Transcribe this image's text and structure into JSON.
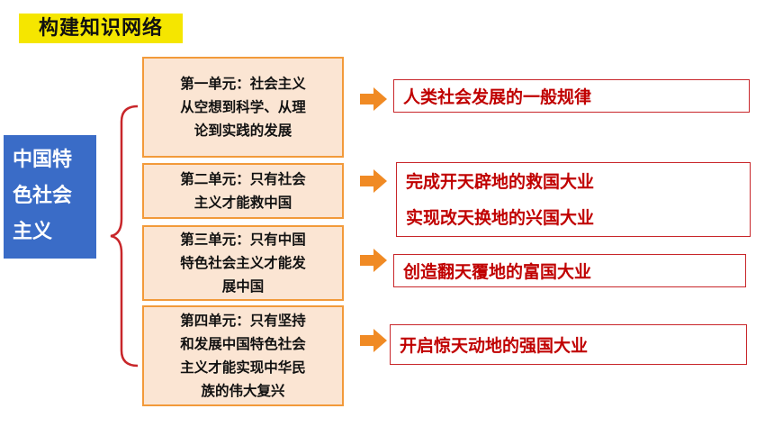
{
  "header": {
    "title": "构建知识网络"
  },
  "center": {
    "lines": [
      "中国特",
      "色社会",
      "主义"
    ]
  },
  "units": [
    {
      "lines": [
        "第一单元：社会主义",
        "从空想到科学、从理",
        "论到实践的发展"
      ]
    },
    {
      "lines": [
        "第二单元：只有社会",
        "主义才能救中国"
      ]
    },
    {
      "lines": [
        "第三单元：只有中国",
        "特色社会主义才能发",
        "展中国"
      ]
    },
    {
      "lines": [
        "第四单元：只有坚持",
        "和发展中国特色社会",
        "主义才能实现中华民",
        "族的伟大复兴"
      ]
    }
  ],
  "outcomes": [
    {
      "lines": [
        "人类社会发展的一般规律"
      ]
    },
    {
      "lines": [
        "完成开天辟地的救国大业",
        "实现改天换地的兴国大业"
      ]
    },
    {
      "lines": [
        "创造翻天覆地的富国大业"
      ]
    },
    {
      "lines": [
        "开启惊天动地的强国大业"
      ]
    }
  ],
  "colors": {
    "title_bg": "#f5e600",
    "center_bg": "#3a6cc7",
    "unit_bg": "#fbe5d3",
    "unit_border": "#f29a3a",
    "outcome_border": "#c8262a",
    "outcome_text": "#c00000",
    "arrow": "#f08a24"
  }
}
